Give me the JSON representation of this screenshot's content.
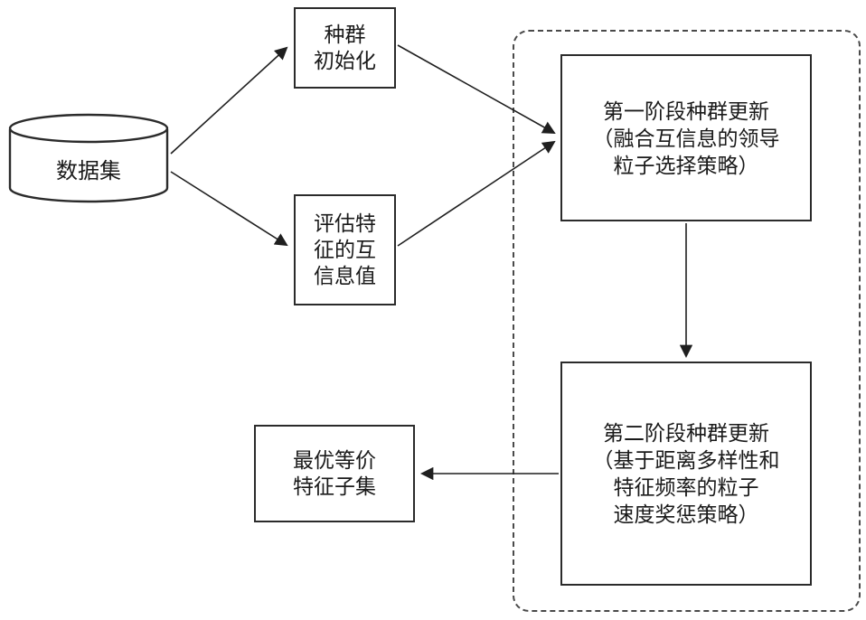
{
  "colors": {
    "background": "#ffffff",
    "line": "#1f1f1f",
    "box_border": "#2b2b2b",
    "dashed_frame": "#4a4a4a",
    "text": "#1a1a1a"
  },
  "nodes": {
    "dataset": {
      "label": "数据集",
      "shape": "cylinder"
    },
    "population_init": {
      "label": "种群\n初始化",
      "shape": "rect"
    },
    "mutual_info": {
      "label": "评估特\n征的互\n信息值",
      "shape": "rect"
    },
    "stage1": {
      "label": "第一阶段种群更新\n（融合互信息的领导\n粒子选择策略）",
      "shape": "rect"
    },
    "stage2": {
      "label": "第二阶段种群更新\n（基于距离多样性和\n特征频率的粒子\n速度奖惩策略）",
      "shape": "rect"
    },
    "result": {
      "label": "最优等价\n特征子集",
      "shape": "rect"
    }
  },
  "edges": [
    {
      "from": "dataset",
      "to": "population_init"
    },
    {
      "from": "dataset",
      "to": "mutual_info"
    },
    {
      "from": "population_init",
      "to": "stage1"
    },
    {
      "from": "mutual_info",
      "to": "stage1"
    },
    {
      "from": "stage1",
      "to": "stage2"
    },
    {
      "from": "stage2",
      "to": "result"
    }
  ]
}
